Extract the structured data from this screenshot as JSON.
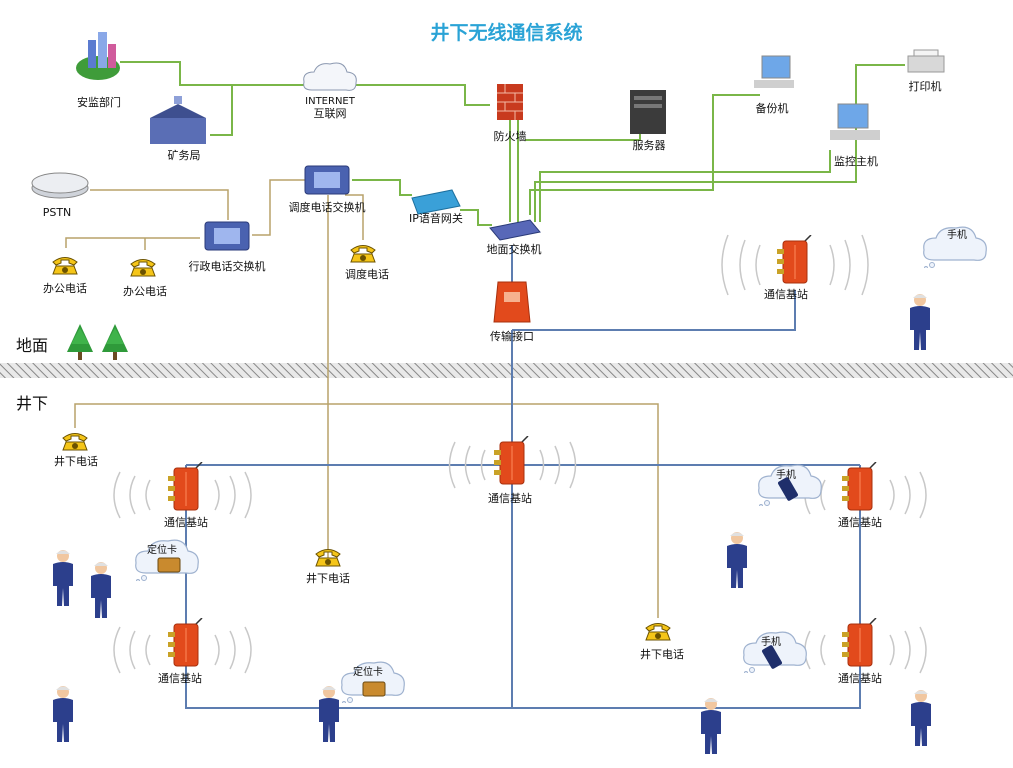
{
  "title": "井下无线通信系统",
  "zones": {
    "ground": "地面",
    "underground": "井下"
  },
  "nodes": {
    "safety_dept": "安监部门",
    "mine_bureau": "矿务局",
    "internet_en": "INTERNET",
    "internet_cn": "互联网",
    "firewall": "防火墙",
    "server": "服务器",
    "backup": "备份机",
    "printer": "打印机",
    "monitor_host": "监控主机",
    "pstn": "PSTN",
    "dispatch_switch": "调度电话交换机",
    "ip_gateway": "IP语音网关",
    "ground_switch": "地面交换机",
    "admin_switch": "行政电话交换机",
    "office_phone_1": "办公电话",
    "office_phone_2": "办公电话",
    "dispatch_phone": "调度电话",
    "transmission_interface": "传输接口",
    "surface_base_station": "通信基站",
    "surface_phone_bubble": "手机"
  },
  "underground": {
    "phone_left": "井下电话",
    "phone_mid": "井下电话",
    "phone_right": "井下电话",
    "bs_top_left": "通信基站",
    "bs_top_mid": "通信基站",
    "bs_top_right": "通信基站",
    "bs_bottom_left": "通信基站",
    "bs_bottom_right": "通信基站",
    "card_1": "定位卡",
    "card_2": "定位卡",
    "mobile_1": "手机",
    "mobile_2": "手机"
  },
  "colors": {
    "title": "#2aa3d6",
    "data_link": "#7ab648",
    "phone_link": "#b8a26a",
    "backbone": "#5d7db0",
    "base_station": "#e24a1c",
    "worker": "#2c3f8c",
    "ground_hatch": "#9a9a9a"
  }
}
